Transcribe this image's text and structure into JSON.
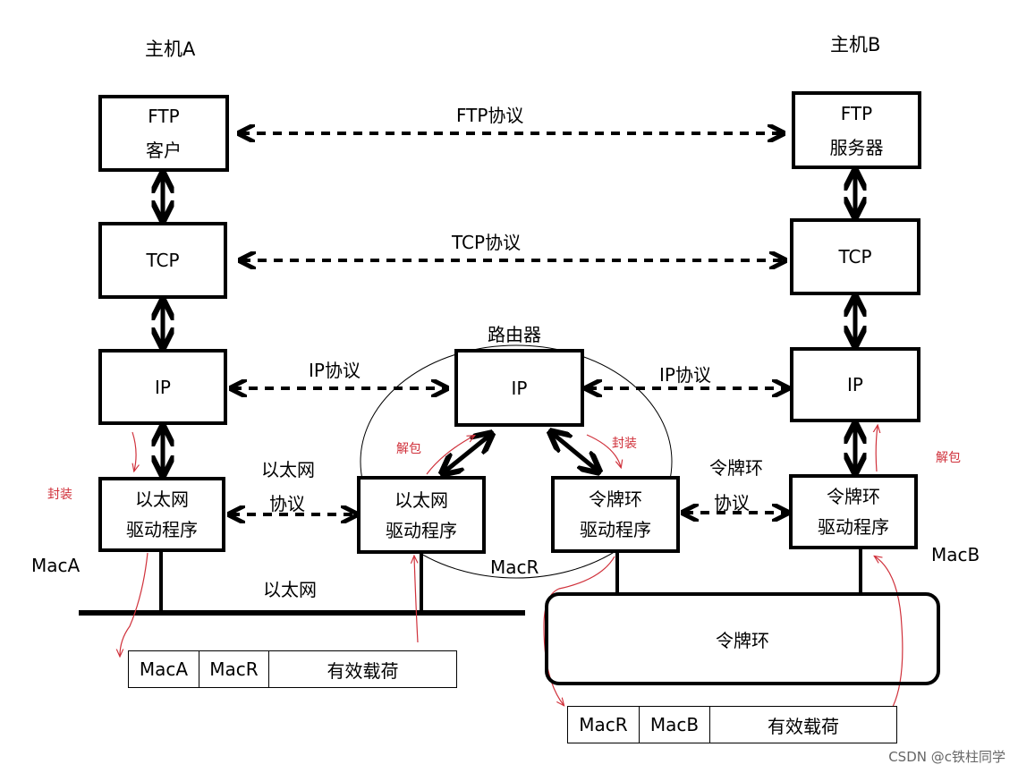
{
  "hosts": {
    "host_a": "主机A",
    "host_b": "主机B"
  },
  "router_label": "路由器",
  "protocols": {
    "ftp": "FTP协议",
    "tcp": "TCP协议",
    "ip_left": "IP协议",
    "ip_right": "IP协议",
    "ethernet_line1": "以太网",
    "ethernet_line2": "协议",
    "tokenring_line1": "令牌环",
    "tokenring_line2": "协议"
  },
  "host_a_stack": {
    "ftp_line1": "FTP",
    "ftp_line2": "客户",
    "tcp": "TCP",
    "ip": "IP",
    "driver_line1": "以太网",
    "driver_line2": "驱动程序"
  },
  "host_b_stack": {
    "ftp_line1": "FTP",
    "ftp_line2": "服务器",
    "tcp": "TCP",
    "ip": "IP",
    "driver_line1": "令牌环",
    "driver_line2": "驱动程序"
  },
  "router_stack": {
    "ip": "IP",
    "eth_driver_line1": "以太网",
    "eth_driver_line2": "驱动程序",
    "tr_driver_line1": "令牌环",
    "tr_driver_line2": "驱动程序"
  },
  "annotations": {
    "encap_a": "封装",
    "decap_router": "解包",
    "encap_router": "封装",
    "decap_b": "解包"
  },
  "mac_labels": {
    "mac_a": "MacA",
    "mac_r": "MacR",
    "mac_b": "MacB"
  },
  "networks": {
    "ethernet": "以太网",
    "token_ring": "令牌环"
  },
  "frame_ethernet": [
    "MacA",
    "MacR",
    "有效载荷"
  ],
  "frame_tokenring": [
    "MacR",
    "MacB",
    "有效载荷"
  ],
  "watermark": "CSDN @c铁柱同学",
  "colors": {
    "annotation": "#d0313b",
    "stroke": "#000000"
  }
}
